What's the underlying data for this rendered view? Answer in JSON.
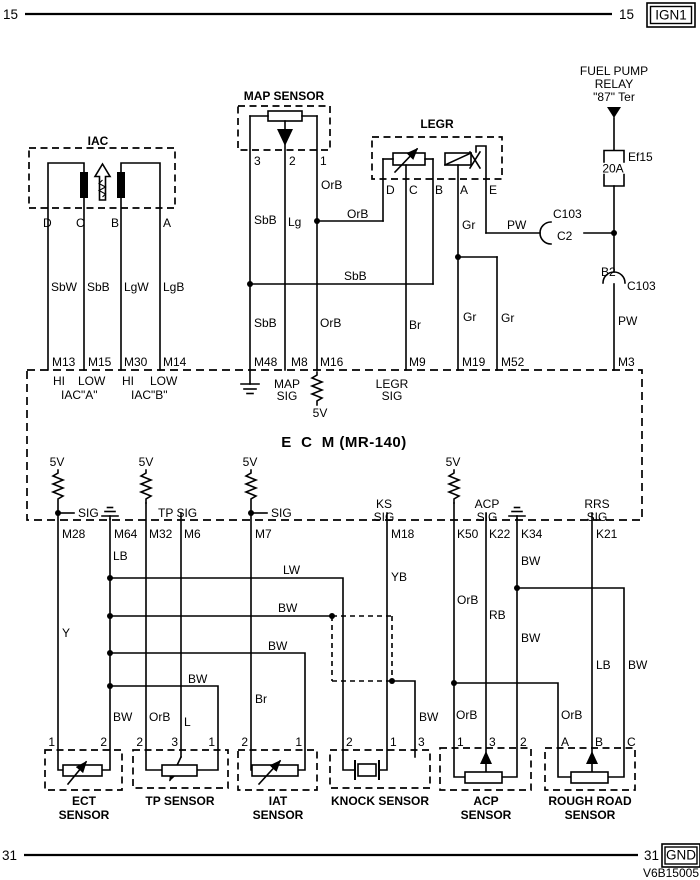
{
  "rails": {
    "top_left": "15",
    "top_right": "15",
    "top_tag": "IGN1",
    "bottom_left": "31",
    "bottom_right": "31",
    "bottom_tag": "GND",
    "doc_code": "V6B15005"
  },
  "fuel_pump_relay": {
    "name1": "FUEL PUMP",
    "name2": "RELAY",
    "name3": "\"87\" Ter",
    "fuse_id": "Ef15",
    "fuse_rating": "20A",
    "conn_c103_top": "C103",
    "conn_c2": "C2",
    "conn_b2": "B2",
    "conn_c103_right": "C103",
    "wire_pw_top": "PW",
    "wire_pw_bottom": "PW",
    "pin_m3": "M3"
  },
  "iac": {
    "title": "IAC",
    "pin_d": "D",
    "pin_c": "C",
    "pin_b": "B",
    "pin_a": "A",
    "wire_sbw": "SbW",
    "wire_sbb": "SbB",
    "wire_lgw": "LgW",
    "wire_lgb": "LgB",
    "pin_m13": "M13",
    "pin_m15": "M15",
    "pin_m30": "M30",
    "pin_m14": "M14",
    "hi_a": "HI",
    "low_a": "LOW",
    "hi_b": "HI",
    "low_b": "LOW",
    "group_a": "IAC\"A\"",
    "group_b": "IAC\"B\""
  },
  "map_sensor": {
    "title": "MAP SENSOR",
    "pin_3": "3",
    "pin_2": "2",
    "pin_1": "1",
    "wire_orb_top": "OrB",
    "wire_orb_branch": "OrB",
    "wire_sbb_top": "SbB",
    "wire_lg": "Lg",
    "wire_sbb_branch": "SbB",
    "wire_sbb_bottom": "SbB",
    "wire_orb_bottom": "OrB",
    "pin_m48": "M48",
    "pin_m8": "M8",
    "pin_m16": "M16",
    "map_sig_1": "MAP",
    "map_sig_2": "SIG",
    "pullup_5v": "5V"
  },
  "legr": {
    "title": "LEGR",
    "pin_d": "D",
    "pin_c": "C",
    "pin_b": "B",
    "pin_a": "A",
    "pin_e": "E",
    "wire_gr_top": "Gr",
    "wire_br": "Br",
    "wire_gr_m19": "Gr",
    "wire_gr_m52": "Gr",
    "pin_m9": "M9",
    "pin_m19": "M19",
    "pin_m52": "M52",
    "legr_sig_1": "LEGR",
    "legr_sig_2": "SIG"
  },
  "ecm": {
    "title": "E  C  M (MR-140)",
    "v5_1": "5V",
    "v5_2": "5V",
    "v5_3": "5V",
    "v5_4": "5V",
    "sig_ect": "SIG",
    "tp_sig": "TP SIG",
    "sig_iat": "SIG",
    "ks_sig_1": "KS",
    "ks_sig_2": "SIG",
    "acp_sig_1": "ACP",
    "acp_sig_2": "SIG",
    "rrs_sig_1": "RRS",
    "rrs_sig_2": "SIG",
    "pin_m28": "M28",
    "pin_m64": "M64",
    "pin_m32": "M32",
    "pin_m6": "M6",
    "pin_m7": "M7",
    "pin_m18": "M18",
    "pin_k50": "K50",
    "pin_k22": "K22",
    "pin_k34": "K34",
    "pin_k21": "K21"
  },
  "wires": {
    "y": "Y",
    "lb_m64": "LB",
    "lw": "LW",
    "bw_row2": "BW",
    "bw_row3": "BW",
    "bw_row4": "BW",
    "bw_m64_low": "BW",
    "orb_m32": "OrB",
    "l_m6": "L",
    "br_m7": "Br",
    "yb_m18": "YB",
    "bw_knock": "BW",
    "orb_k50_up": "OrB",
    "rb_k22": "RB",
    "bw_k34_up": "BW",
    "bw_k34_low": "BW",
    "lb_k21": "LB",
    "bw_rr_c": "BW",
    "orb_k50_low": "OrB",
    "orb_rr_a": "OrB"
  },
  "sensors": {
    "ect": {
      "title_1": "ECT",
      "title_2": "SENSOR",
      "pin_1": "1",
      "pin_2": "2"
    },
    "tp": {
      "title": "TP SENSOR",
      "pin_2": "2",
      "pin_3": "3",
      "pin_1": "1"
    },
    "iat": {
      "title_1": "IAT",
      "title_2": "SENSOR",
      "pin_2": "2",
      "pin_1": "1"
    },
    "knock": {
      "title": "KNOCK SENSOR",
      "pin_2": "2",
      "pin_1": "1",
      "pin_3": "3"
    },
    "acp": {
      "title_1": "ACP",
      "title_2": "SENSOR",
      "pin_1": "1",
      "pin_3": "3",
      "pin_2": "2"
    },
    "rough_road": {
      "title_1": "ROUGH ROAD",
      "title_2": "SENSOR",
      "pin_a": "A",
      "pin_b": "B",
      "pin_c": "C"
    }
  }
}
